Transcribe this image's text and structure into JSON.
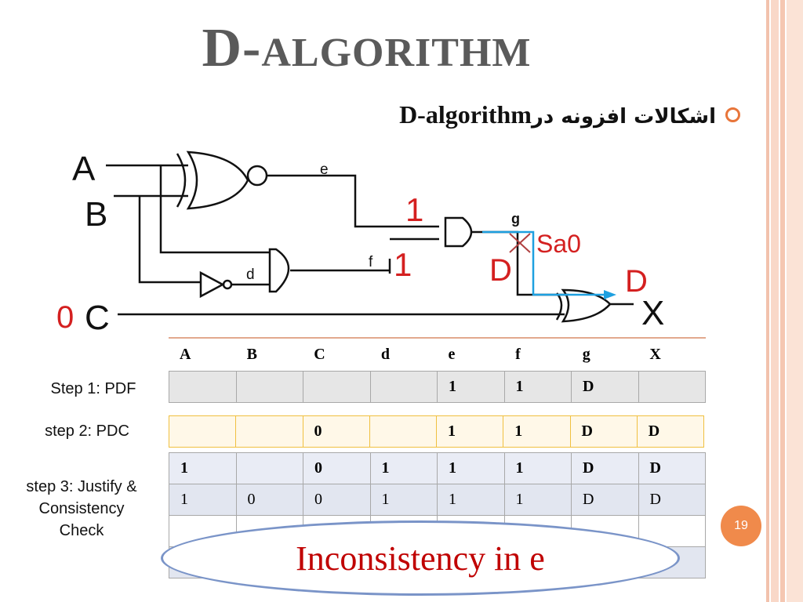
{
  "title": {
    "initial": "D-",
    "rest": "ALGORITHM"
  },
  "bullet": {
    "persian": "اشکالات افزونه در",
    "latin": "D-algorithm"
  },
  "circuit": {
    "input_a": "A",
    "input_b": "B",
    "input_c": "C",
    "value_c": "0",
    "net_e": "e",
    "net_d": "d",
    "net_f": "f",
    "net_g": "g",
    "val_e": "1",
    "val_f": "1",
    "val_g": "D",
    "val_x": "D",
    "fault": "Sa0",
    "output": "X"
  },
  "table": {
    "headers": [
      "A",
      "B",
      "C",
      "d",
      "e",
      "f",
      "g",
      "X"
    ],
    "step1": {
      "label": "Step 1: PDF",
      "cells": [
        "",
        "",
        "",
        "",
        "1",
        "1",
        "D",
        ""
      ]
    },
    "step2": {
      "label": "step 2: PDC",
      "cells": [
        "",
        "",
        "0",
        "",
        "1",
        "1",
        "D",
        "D"
      ]
    },
    "step3": {
      "label_line1": "step 3: Justify &",
      "label_line2": "Consistency",
      "label_line3": "Check",
      "row1": [
        "1",
        "",
        "0",
        "1",
        "1",
        "1",
        "D",
        "D"
      ],
      "row2": [
        "1",
        "0",
        "0",
        "1",
        "1",
        "1",
        "D",
        "D"
      ]
    }
  },
  "callout": "Inconsistency in e",
  "page_number": "19",
  "colors": {
    "accent": "#f08a4b",
    "red": "#d42020",
    "blue": "#1ea0e0"
  }
}
